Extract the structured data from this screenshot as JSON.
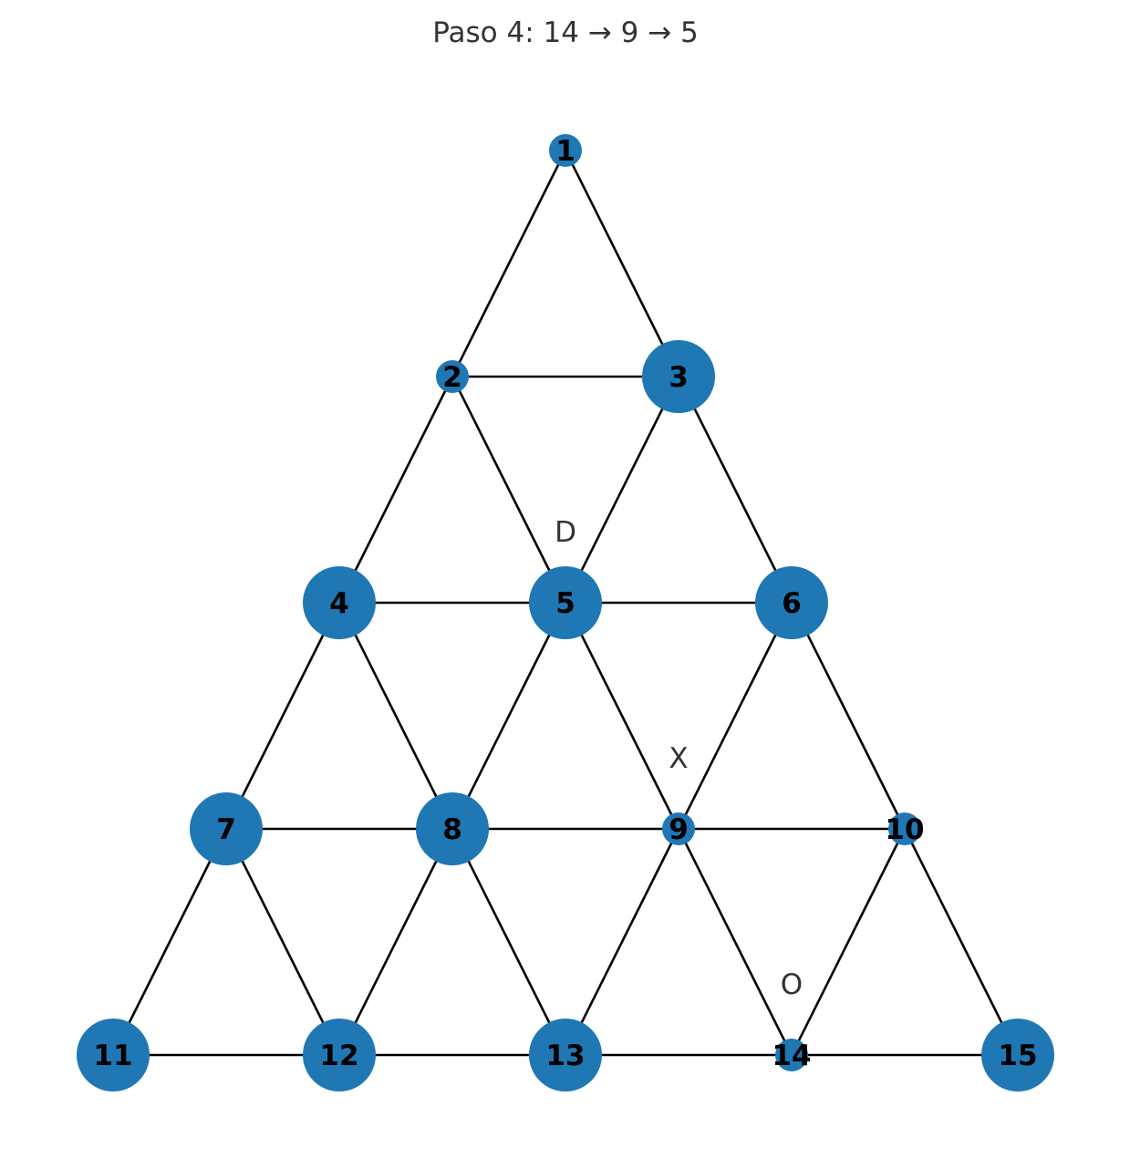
{
  "title": "Paso 4: 14 → 9 → 5",
  "colors": {
    "peg": "#1f77b4",
    "edge": "#000000",
    "text": "#333333"
  },
  "board": {
    "nodes": [
      {
        "id": 1,
        "label": "1",
        "peg": false
      },
      {
        "id": 2,
        "label": "2",
        "peg": false
      },
      {
        "id": 3,
        "label": "3",
        "peg": true
      },
      {
        "id": 4,
        "label": "4",
        "peg": true
      },
      {
        "id": 5,
        "label": "5",
        "peg": true
      },
      {
        "id": 6,
        "label": "6",
        "peg": true
      },
      {
        "id": 7,
        "label": "7",
        "peg": true
      },
      {
        "id": 8,
        "label": "8",
        "peg": true
      },
      {
        "id": 9,
        "label": "9",
        "peg": false
      },
      {
        "id": 10,
        "label": "10",
        "peg": false
      },
      {
        "id": 11,
        "label": "11",
        "peg": true
      },
      {
        "id": 12,
        "label": "12",
        "peg": true
      },
      {
        "id": 13,
        "label": "13",
        "peg": true
      },
      {
        "id": 14,
        "label": "14",
        "peg": false
      },
      {
        "id": 15,
        "label": "15",
        "peg": true
      }
    ],
    "edges": [
      [
        1,
        2
      ],
      [
        1,
        3
      ],
      [
        2,
        3
      ],
      [
        2,
        4
      ],
      [
        2,
        5
      ],
      [
        3,
        5
      ],
      [
        3,
        6
      ],
      [
        4,
        5
      ],
      [
        5,
        6
      ],
      [
        4,
        7
      ],
      [
        4,
        8
      ],
      [
        5,
        8
      ],
      [
        5,
        9
      ],
      [
        6,
        9
      ],
      [
        6,
        10
      ],
      [
        7,
        8
      ],
      [
        8,
        9
      ],
      [
        9,
        10
      ],
      [
        7,
        11
      ],
      [
        7,
        12
      ],
      [
        8,
        12
      ],
      [
        8,
        13
      ],
      [
        9,
        13
      ],
      [
        9,
        14
      ],
      [
        10,
        14
      ],
      [
        10,
        15
      ],
      [
        11,
        12
      ],
      [
        12,
        13
      ],
      [
        13,
        14
      ],
      [
        14,
        15
      ]
    ],
    "markers": [
      {
        "text": "D",
        "node": 5
      },
      {
        "text": "X",
        "node": 9
      },
      {
        "text": "O",
        "node": 14
      }
    ]
  }
}
